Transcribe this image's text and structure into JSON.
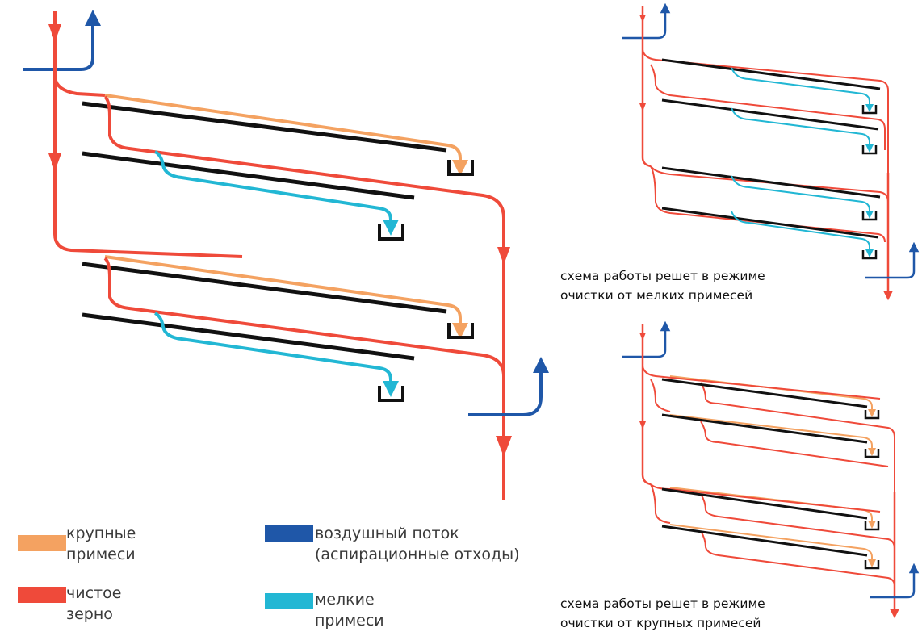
{
  "colors": {
    "coarse_impurities": "#f4a261",
    "clean_grain": "#ef4a3a",
    "airflow": "#1f57a8",
    "fine_impurities": "#22b7d4",
    "sieve": "#111111"
  },
  "legend": [
    {
      "key": "coarse_impurities",
      "line1": "крупные",
      "line2": "примеси"
    },
    {
      "key": "clean_grain",
      "line1": "чистое",
      "line2": "зерно"
    },
    {
      "key": "airflow",
      "line1": "воздушный поток",
      "line2": "(аспирационные отходы)"
    },
    {
      "key": "fine_impurities",
      "line1": "мелкие",
      "line2": "примеси"
    }
  ],
  "captions": {
    "fine_mode": {
      "line1": "схема работы решет в режиме",
      "line2": "очистки от мелких примесей"
    },
    "coarse_mode": {
      "line1": "схема работы решет в режиме",
      "line2": "очистки от крупных примесей"
    }
  }
}
